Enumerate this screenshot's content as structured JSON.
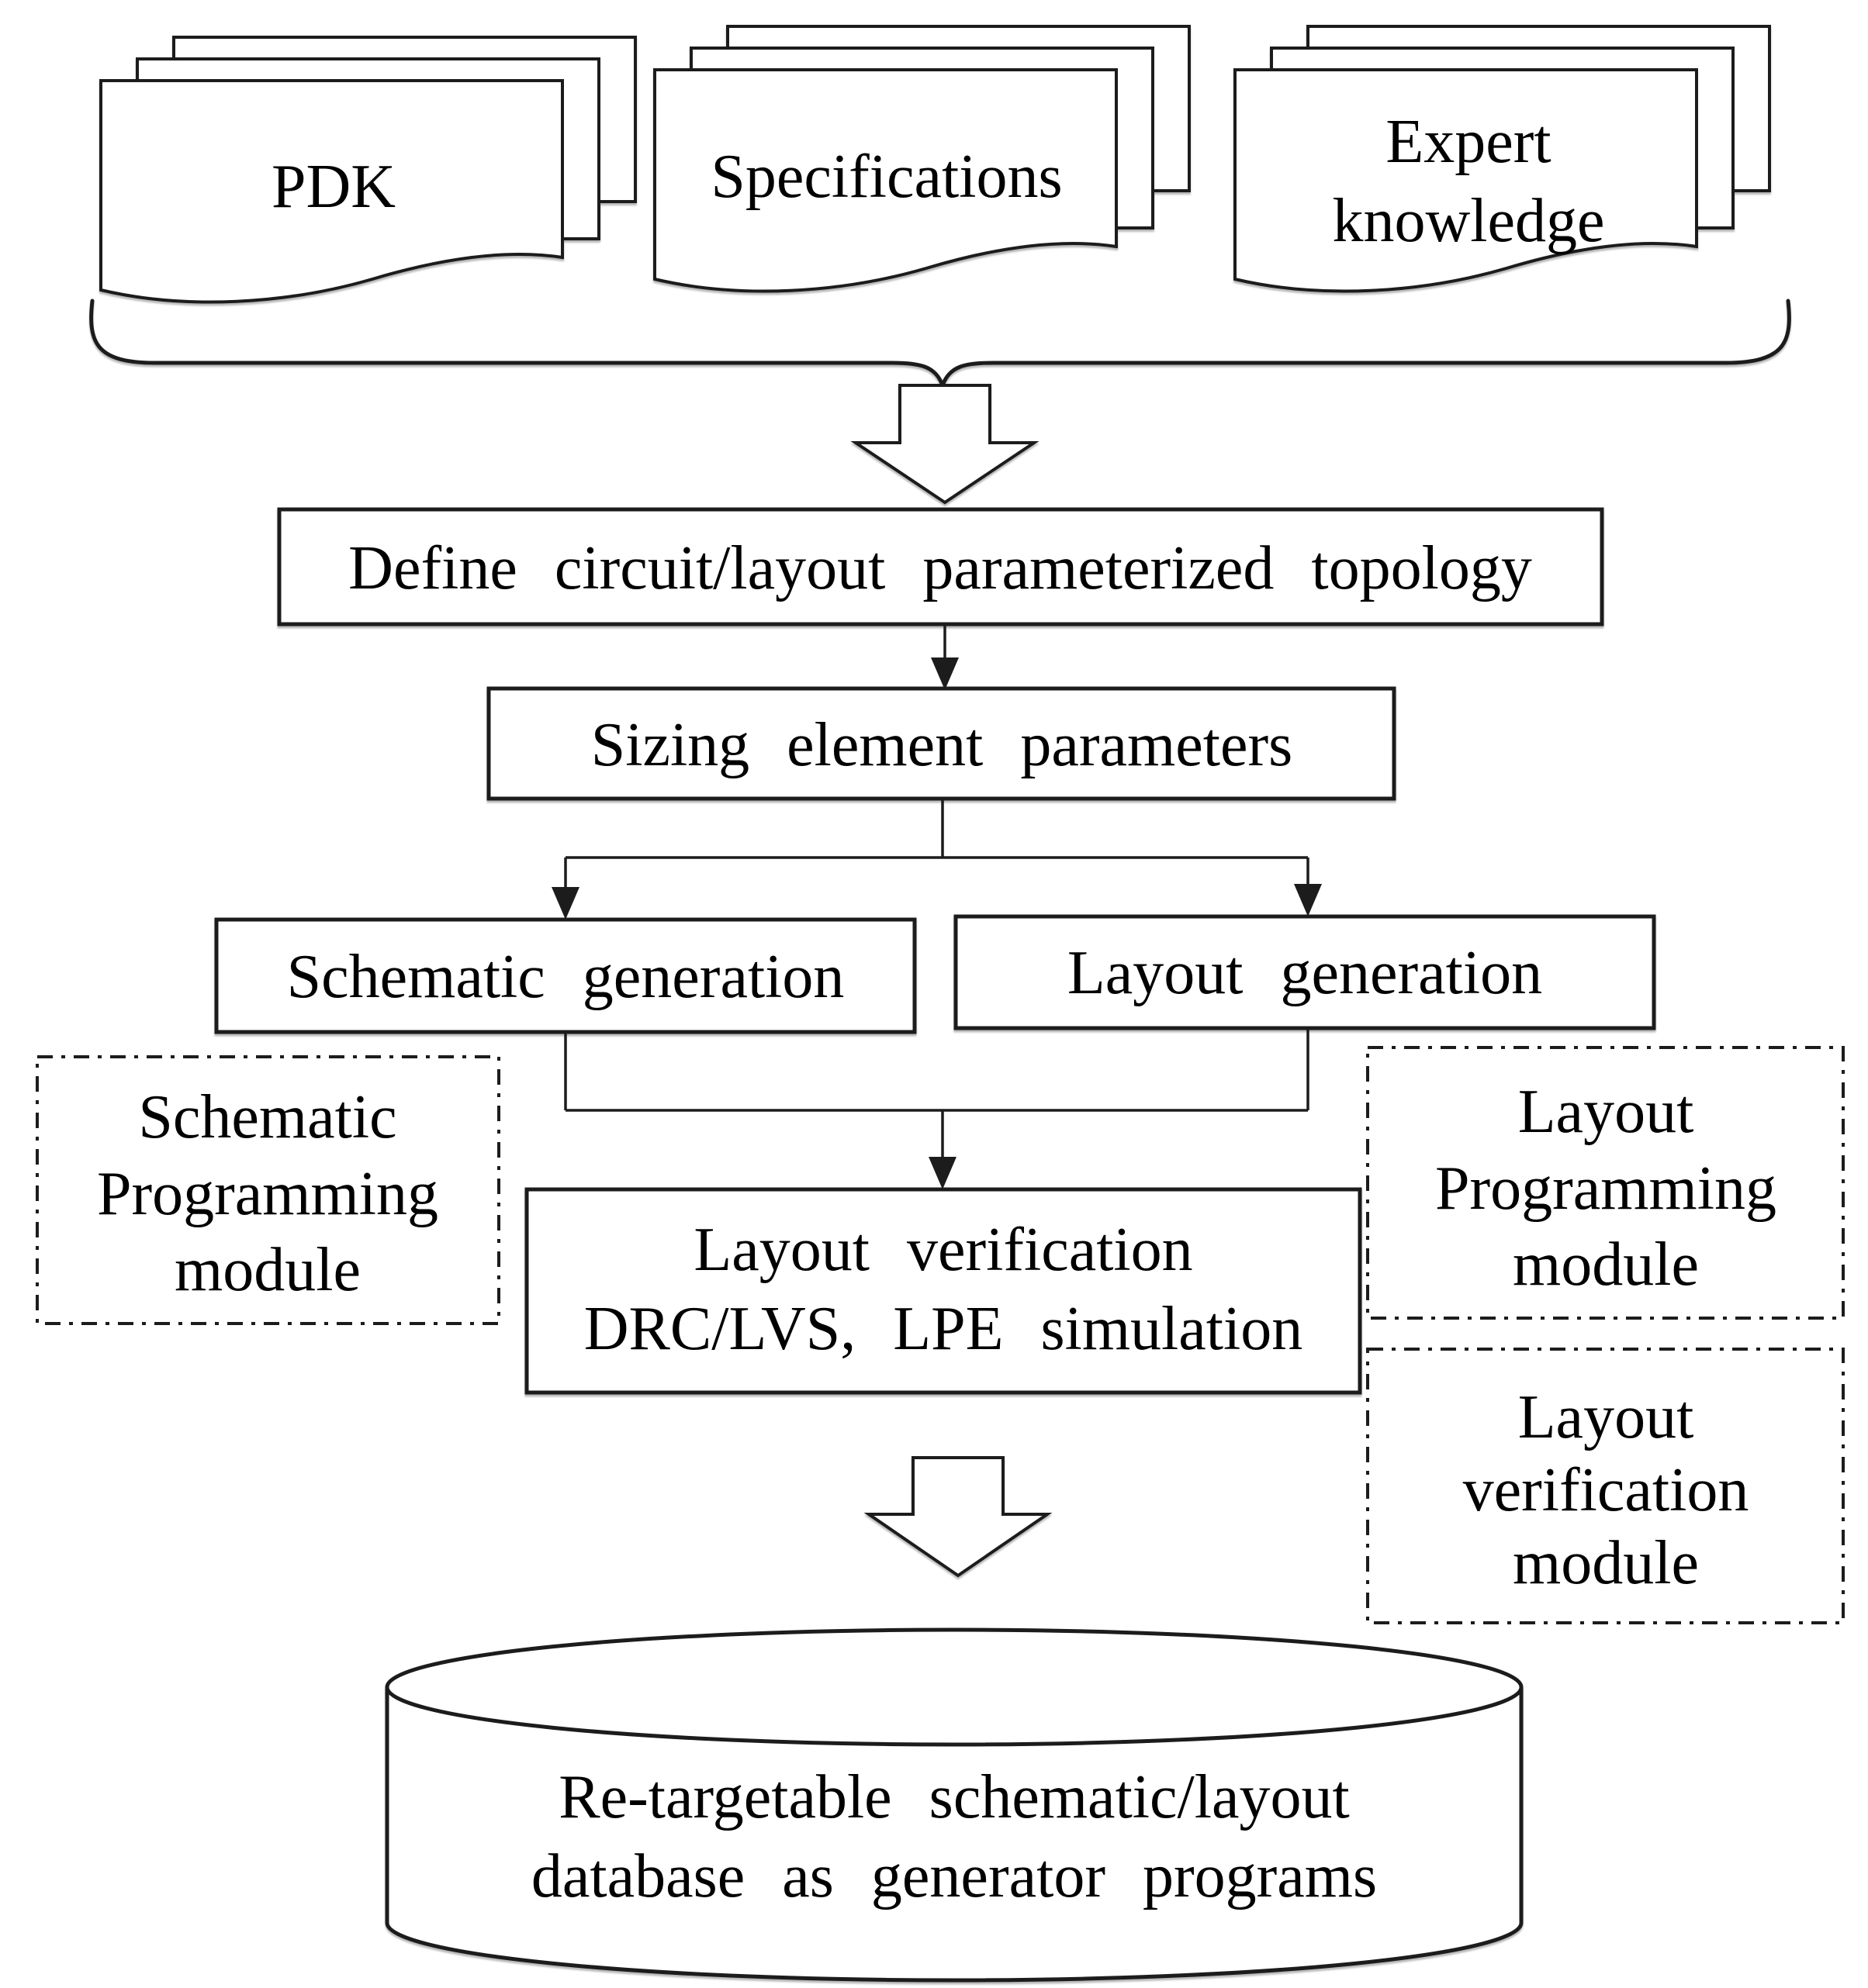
{
  "diagram": {
    "inputs": {
      "pdk": {
        "label": "PDK"
      },
      "specifications": {
        "label": "Specifications"
      },
      "expert_knowledge": {
        "line1": "Expert",
        "line2": "knowledge"
      }
    },
    "process": {
      "define_topology": {
        "label": "Define circuit/layout parameterized topology"
      },
      "sizing": {
        "label": "Sizing element parameters"
      },
      "schematic_generation": {
        "label": "Schematic generation"
      },
      "layout_generation": {
        "label": "Layout generation"
      },
      "layout_verification": {
        "line1": "Layout verification",
        "line2": "DRC/LVS, LPE simulation"
      }
    },
    "modules": {
      "schematic_programming": {
        "line1": "Schematic",
        "line2": "Programming",
        "line3": "module"
      },
      "layout_programming": {
        "line1": "Layout",
        "line2": "Programming",
        "line3": "module"
      },
      "layout_verification": {
        "line1": "Layout",
        "line2": "verification",
        "line3": "module"
      }
    },
    "database": {
      "line1": "Re-targetable schematic/layout",
      "line2": "database as generator programs"
    },
    "colors": {
      "stroke": "#1c1c1c",
      "text": "#000000",
      "background": "#ffffff"
    }
  }
}
